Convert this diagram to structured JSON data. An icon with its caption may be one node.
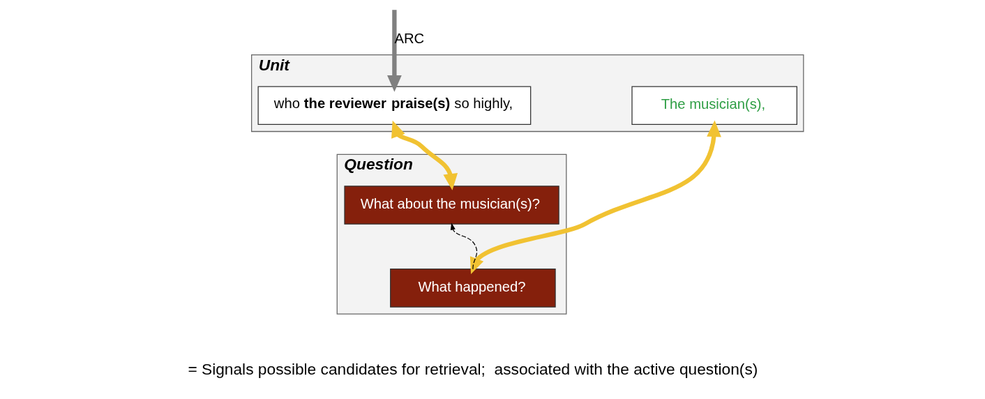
{
  "diagram": {
    "nodes": [
      {
        "text": [
          "Unit"
        ]
      },
      {
        "text": [
          "The musician(s),"
        ],
        "in": 0
      },
      {
        "text": [
          "who **the reviewer** **praise(s)** so highly,"
        ],
        "in": 0
      },
      {
        "text": [
          "Question"
        ]
      },
      {
        "text": [
          "What about the musician(s)?"
        ],
        "in": 3
      },
      {
        "text": [
          "What happened?"
        ],
        "in": 3
      }
    ],
    "edges": [
      {
        "from": null,
        "to": 2,
        "arrow": "to",
        "label": "ARC",
        "color": "#808080"
      },
      {
        "from": 1,
        "to": 5,
        "arrow": "both",
        "color": "#f1c232"
      },
      {
        "from": 2,
        "to": 4,
        "arrow": "both",
        "color": "#f1c232"
      },
      {
        "from": 5,
        "to": 4,
        "arrow": "to",
        "style": "dashed",
        "color": "#000000"
      }
    ],
    "legend": [
      {
        "text": "= Signals possible candidates for retrieval;  associated with the active question(s)"
      }
    ]
  }
}
